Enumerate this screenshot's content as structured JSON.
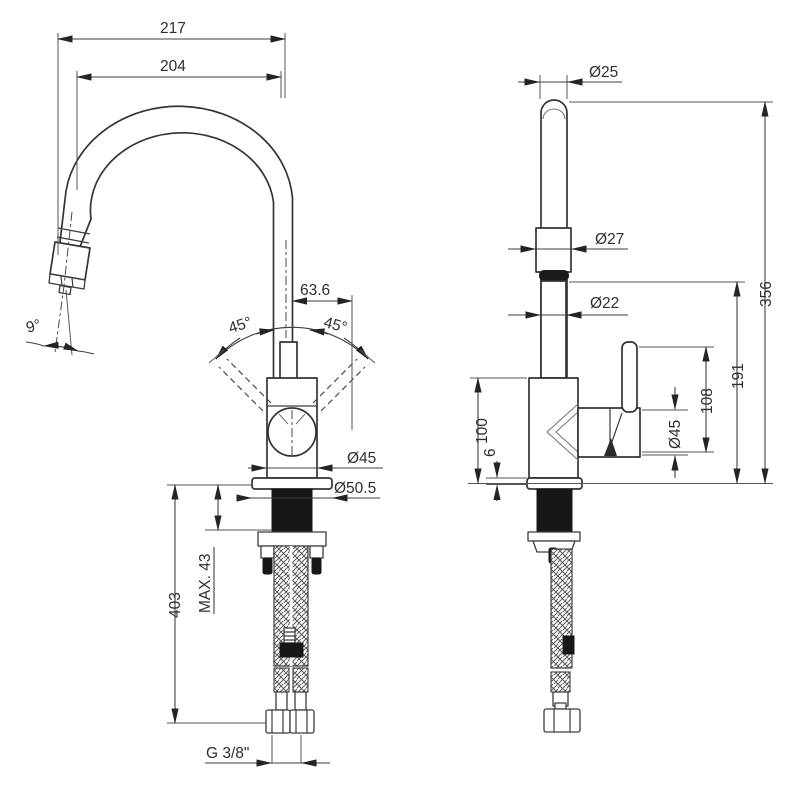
{
  "drawing": {
    "type": "faucet-technical-drawing",
    "colors": {
      "line": "#343434",
      "dark_fill": "#171717",
      "background": "#ffffff"
    },
    "front_view": {
      "dims": {
        "overall_reach": "217",
        "spout_reach": "204",
        "handle_swing_offset": "63.6",
        "swing_left": "45°",
        "swing_right": "45°",
        "stream_angle": "9°",
        "body_diameter": "Ø45",
        "base_diameter": "Ø50.5",
        "max_counter_thickness": "MAX. 43",
        "hose_length": "403",
        "thread_size": "G 3/8\""
      }
    },
    "side_view": {
      "dims": {
        "spout_tube_diameter": "Ø25",
        "aerator_diameter": "Ø27",
        "tip_diameter": "Ø22",
        "total_height": "356",
        "spout_height": "191",
        "handle_height": "108",
        "handle_diameter": "Ø45",
        "body_height": "100",
        "flange_height": "6"
      }
    }
  }
}
